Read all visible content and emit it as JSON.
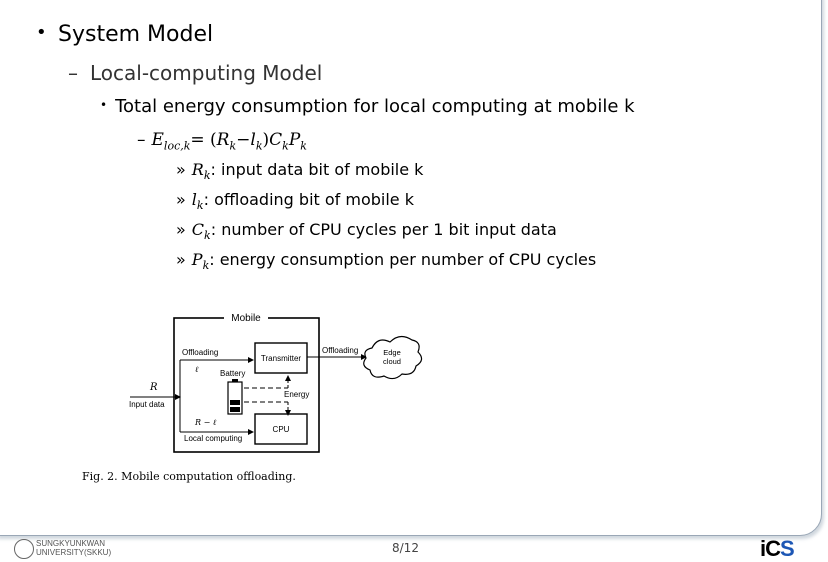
{
  "slide": {
    "bullet1": "System Model",
    "bullet2": "Local-computing Model",
    "bullet3": "Total energy consumption for local computing at mobile k",
    "formula": {
      "lhs": "E",
      "lhs_sub": "loc,k",
      "rhs_R": "R",
      "rhs_R_sub": "k",
      "rhs_l": "l",
      "rhs_l_sub": "k",
      "rhs_C": "C",
      "rhs_C_sub": "k",
      "rhs_P": "P",
      "rhs_P_sub": "k"
    },
    "definitions": [
      {
        "sym": "R",
        "sub": "k",
        "text": ": input data bit of mobile k"
      },
      {
        "sym": "l",
        "sub": "k",
        "text": ": offloading bit of mobile k"
      },
      {
        "sym": "C",
        "sub": "k",
        "text": ": number of CPU cycles per 1 bit input data"
      },
      {
        "sym": "P",
        "sub": "k",
        "text": ": energy consumption per number of CPU cycles"
      }
    ]
  },
  "figure": {
    "mobile_label": "Mobile",
    "offloading_in": "Offloading",
    "ell": "ℓ",
    "transmitter": "Transmitter",
    "offloading_out": "Offloading",
    "edge_cloud_line1": "Edge",
    "edge_cloud_line2": "cloud",
    "battery": "Battery",
    "energy": "Energy",
    "R": "R",
    "input_data": "Input data",
    "r_minus_l": "R − ℓ",
    "cpu": "CPU",
    "local_computing": "Local computing",
    "caption": "Fig. 2.   Mobile computation offloading."
  },
  "footer": {
    "univ_line1": "SUNGKYUNKWAN",
    "univ_line2": "UNIVERSITY(SKKU)",
    "page": "8/12",
    "logo_i": "i",
    "logo_c": "C",
    "logo_s": "S"
  }
}
